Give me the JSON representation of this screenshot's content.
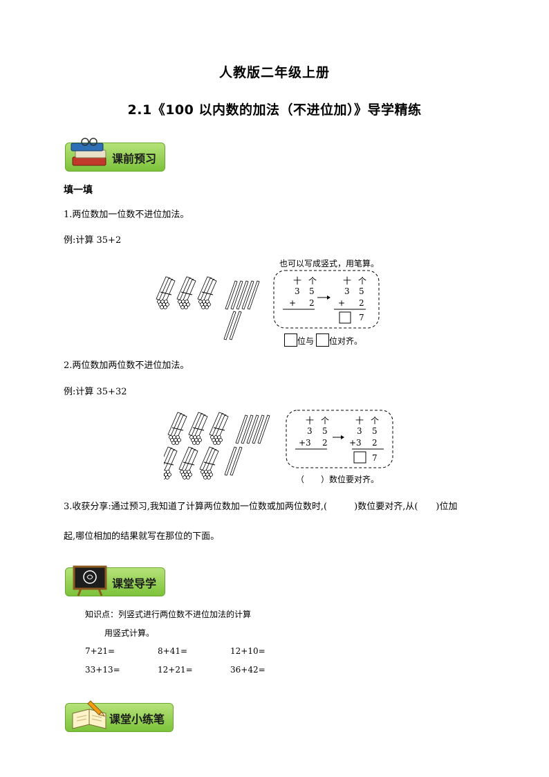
{
  "header": {
    "title": "人教版二年级上册",
    "subtitle": "2.1《100 以内数的加法（不进位加）》导学精练"
  },
  "section1": {
    "banner": "课前预习",
    "heading": "填一填",
    "q1": "1.两位数加一位数不进位加法。",
    "q1_example": "例:计算 35+2",
    "fig1_caption": "也可以写成竖式，用笔算。",
    "fig1": {
      "tens_label": "十",
      "ones_label": "个",
      "top_tens": "3",
      "top_ones": "5",
      "plus": "+",
      "add_ones": "2",
      "result_ones": "7",
      "align_left": "位与",
      "align_right": "位对齐。"
    },
    "q2": "2.两位数加两位数不进位加法。",
    "q2_example": "例:计算 35+32",
    "fig2": {
      "tens_label": "十",
      "ones_label": "个",
      "top_tens": "3",
      "top_ones": "5",
      "add_row": "+3",
      "add_ones": "2",
      "result_ones": "7",
      "align": "（　　）数位要对齐。"
    },
    "q3_line1": "3.收获分享:通过预习,我知道了计算两位数加一位数或加两位数时,(　　　)数位要对齐,从(　　)位加",
    "q3_line2": "起,哪位相加的结果就写在那位的下面。"
  },
  "section2": {
    "banner": "课堂导学",
    "knowledge": "知识点：列竖式进行两位数不进位加法的计算",
    "instruction": "用竖式计算。",
    "problems": [
      "7+21=",
      "8+41=",
      "12+10=",
      "33+13=",
      "12+21=",
      "36+42="
    ]
  },
  "section3": {
    "banner": "课堂小练笔"
  }
}
